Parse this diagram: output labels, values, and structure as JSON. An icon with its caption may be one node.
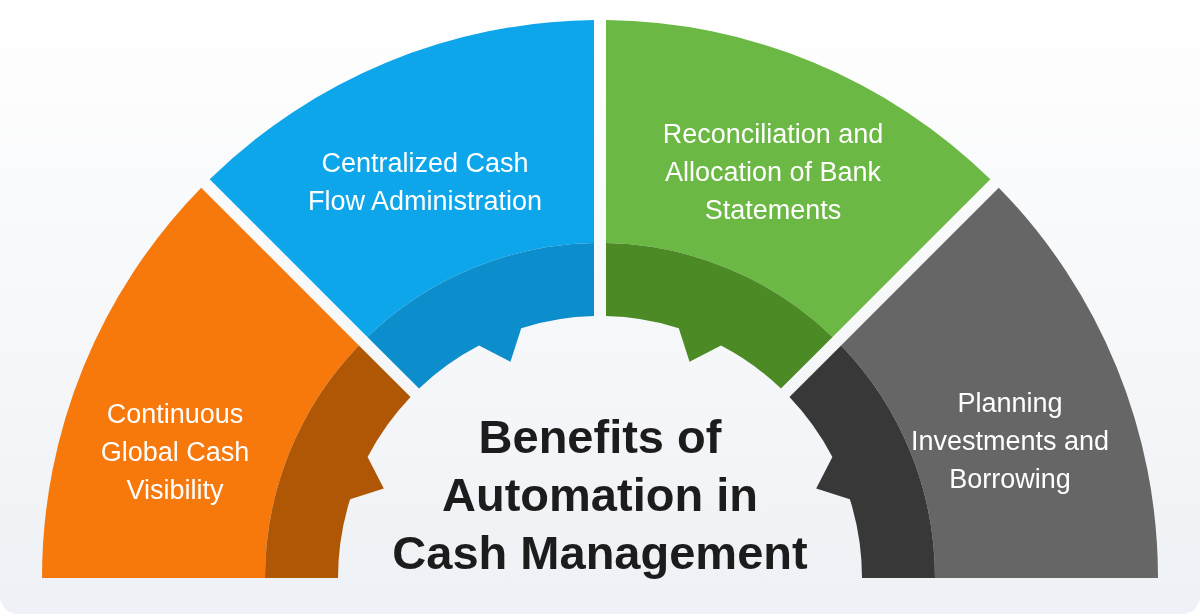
{
  "diagram": {
    "title": "Benefits of Automation in Cash Management",
    "nodes": [
      {
        "text": [
          "Continuous Global Cash Visibility"
        ]
      },
      {
        "text": [
          "Centralized Cash Flow Administration"
        ]
      },
      {
        "text": [
          "Reconciliation and Allocation of Bank Statements"
        ]
      },
      {
        "text": [
          "Planning Investments and Borrowing"
        ]
      }
    ]
  }
}
